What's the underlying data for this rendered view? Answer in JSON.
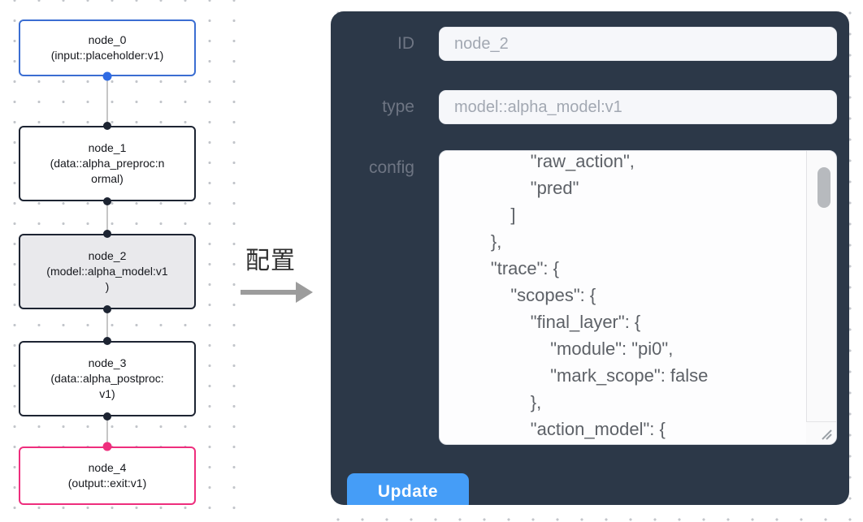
{
  "graph": {
    "nodes": [
      {
        "id": "node_0",
        "kind": "input",
        "lines": [
          "node_0",
          "(input::placeholder:v1)"
        ]
      },
      {
        "id": "node_1",
        "kind": "default",
        "lines": [
          "node_1",
          "(data::alpha_preproc:n",
          "ormal)"
        ]
      },
      {
        "id": "node_2",
        "kind": "selected",
        "lines": [
          "node_2",
          "(model::alpha_model:v1",
          ")"
        ]
      },
      {
        "id": "node_3",
        "kind": "default",
        "lines": [
          "node_3",
          "(data::alpha_postproc:",
          "v1)"
        ]
      },
      {
        "id": "node_4",
        "kind": "output",
        "lines": [
          "node_4",
          "(output::exit:v1)"
        ]
      }
    ]
  },
  "annotation": {
    "label": "配置"
  },
  "panel": {
    "id_label": "ID",
    "id_value": "node_2",
    "type_label": "type",
    "type_value": "model::alpha_model:v1",
    "config_label": "config",
    "config_text": "                \"raw_action\",\n                \"pred\"\n            ]\n        },\n        \"trace\": {\n            \"scopes\": {\n                \"final_layer\": {\n                    \"module\": \"pi0\",\n                    \"mark_scope\": false\n                },\n                \"action_model\": {",
    "update_label": "Update"
  },
  "colors": {
    "panel_bg": "#2c3848",
    "accent_blue": "#459df7",
    "node_input_border": "#3b6ed2",
    "node_output_border": "#ee2e7d",
    "selected_node_bg": "#e9e9ec"
  }
}
